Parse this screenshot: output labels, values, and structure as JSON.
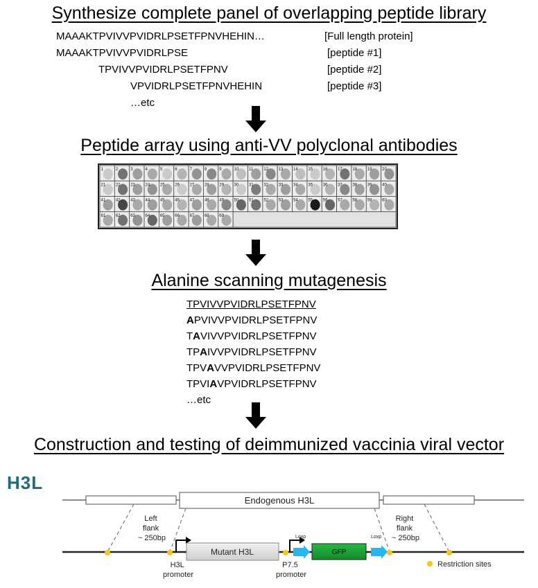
{
  "step1": {
    "heading": "Synthesize complete panel of overlapping peptide library",
    "rows": [
      {
        "seq": "MAAAKTPVIVVPVIDRLPSETFPNVHEHIN…",
        "label": "[Full length protein]"
      },
      {
        "seq": "MAAAKTPVIVVPVIDRLPSE",
        "label": "[peptide #1]"
      },
      {
        "seq": "TPVIVVPVIDRLPSETFPNV",
        "label": "[peptide #2]"
      },
      {
        "seq": "VPVIDRLPSETFPNVHEHIN",
        "label": "[peptide #3]"
      }
    ],
    "etc": "…etc"
  },
  "step2": {
    "heading": "Peptide array using anti-VV polyclonal antibodies",
    "spot_numbers": [
      "1",
      "2",
      "3",
      "4",
      "5",
      "6",
      "7",
      "8",
      "9",
      "10",
      "11",
      "12",
      "13",
      "14",
      "15",
      "16",
      "17",
      "18",
      "19",
      "20",
      "21",
      "22",
      "23",
      "24",
      "25",
      "26",
      "27",
      "28",
      "29",
      "30",
      "31",
      "32",
      "33",
      "34",
      "35",
      "36",
      "37",
      "38",
      "39",
      "40",
      "41",
      "42",
      "43",
      "44",
      "45",
      "46",
      "47",
      "48",
      "49",
      "50",
      "51",
      "52",
      "53",
      "54",
      "55",
      "56",
      "57",
      "58",
      "59",
      "60",
      "61",
      "62",
      "63",
      "64",
      "65",
      "66",
      "67",
      "68",
      "69"
    ]
  },
  "step3": {
    "heading": "Alanine scanning mutagenesis",
    "original": "TPVIVVPVIDRLPSETFPNV",
    "mutants": [
      {
        "pre": "",
        "ala": "A",
        "post": "PVIVVPVIDRLPSETFPNV"
      },
      {
        "pre": "T",
        "ala": "A",
        "post": "VIVVPVIDRLPSETFPNV"
      },
      {
        "pre": "TP",
        "ala": "A",
        "post": "IVVPVIDRLPSETFPNV"
      },
      {
        "pre": "TPV",
        "ala": "A",
        "post": "VVPVIDRLPSETFPNV"
      },
      {
        "pre": "TPVI",
        "ala": "A",
        "post": "VPVIDRLPSETFPNV"
      }
    ],
    "etc": "…etc"
  },
  "step4": {
    "heading": "Construction and testing of deimmunized vaccinia viral vector"
  },
  "construct": {
    "title": "H3L",
    "endogenous_label": "Endogenous H3L",
    "left_flank": [
      "Left",
      "flank",
      "~ 250bp"
    ],
    "right_flank": [
      "Right",
      "flank",
      "~ 250bp"
    ],
    "mutant_label": "Mutant H3L",
    "gfp_label": "GFP",
    "loxp_label": "Loxp",
    "h3l_promoter": [
      "H3L",
      "promoter"
    ],
    "p75_promoter": [
      "P7.5",
      "promoter"
    ],
    "restriction_label": "Restriction sites",
    "colors": {
      "gfp": "#1ea53a",
      "loxp": "#29b6ef",
      "site": "#f5c518",
      "title": "#1f6b78"
    }
  }
}
